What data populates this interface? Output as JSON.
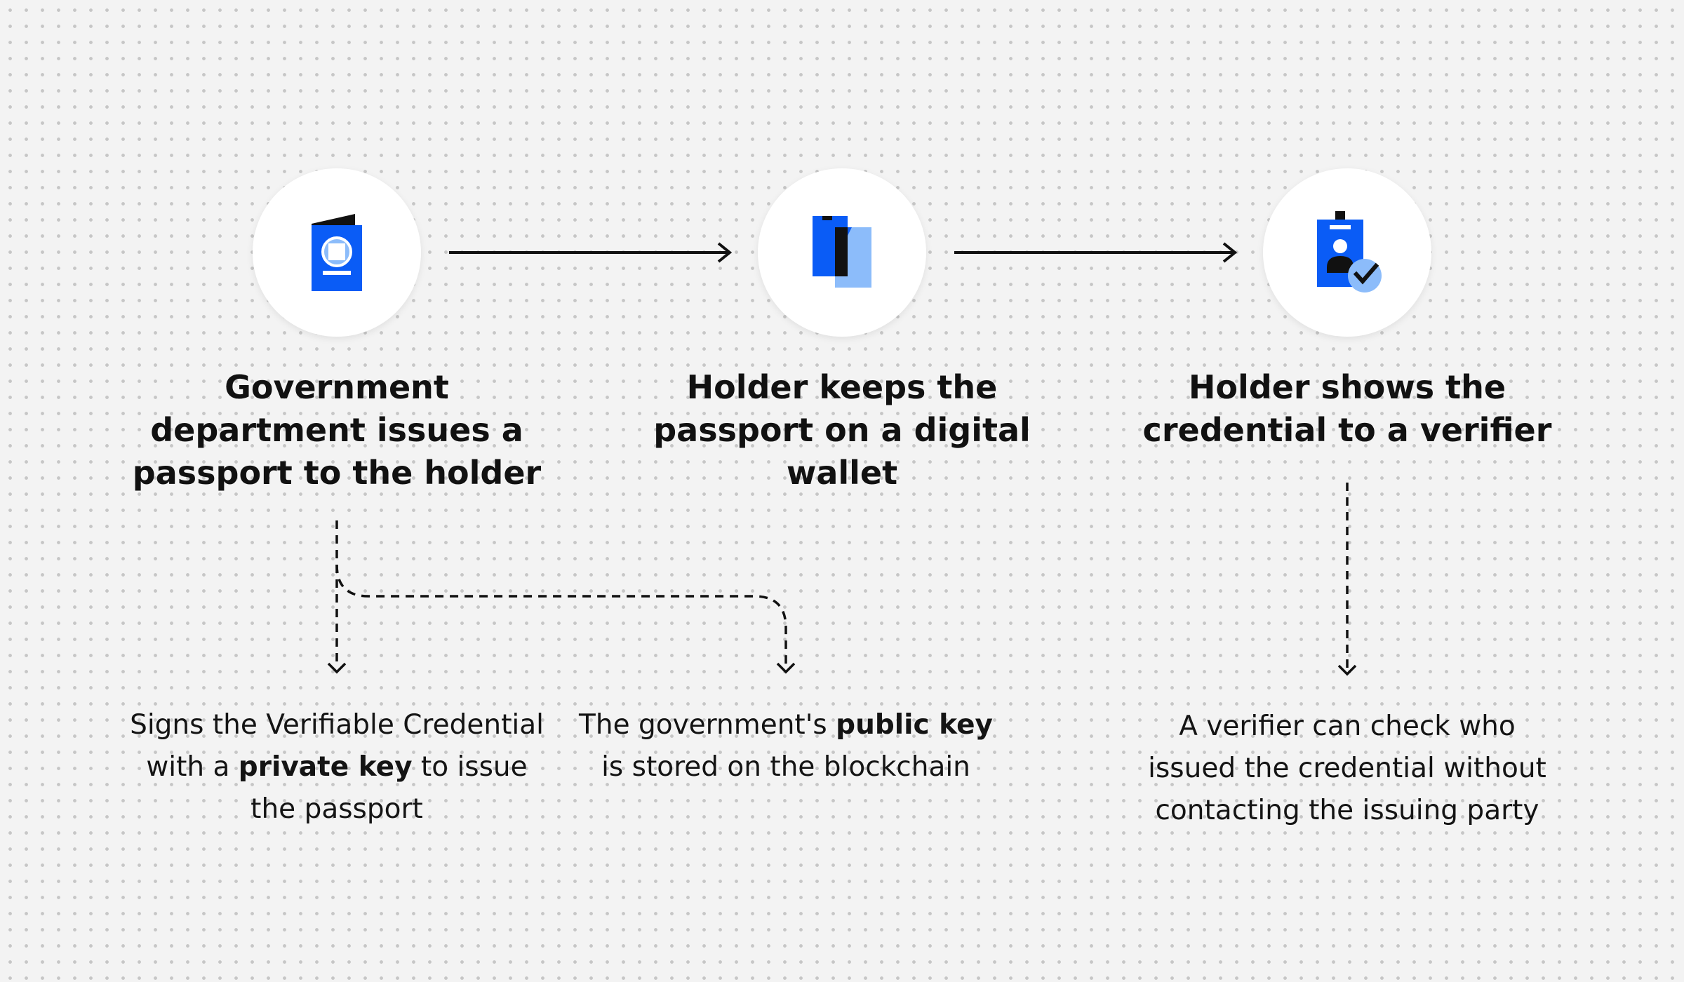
{
  "steps": [
    {
      "title": "Government department issues a passport to the holder",
      "icon": "passport-icon"
    },
    {
      "title": "Holder keeps the passport on a digital wallet",
      "icon": "digital-wallet-icon"
    },
    {
      "title": "Holder shows the credential to a verifier",
      "icon": "verified-id-badge-icon"
    }
  ],
  "notes": {
    "sign": {
      "before": "Signs the Verifiable Credential with a ",
      "bold": "private key",
      "after": " to issue the passport"
    },
    "public_key": {
      "before": "The government's ",
      "bold": "public key",
      "after": " is stored on the blockchain"
    },
    "verifier": {
      "text": "A verifier can check who issued the credential without contacting the issuing party"
    }
  },
  "colors": {
    "primary_blue": "#0a5cf6",
    "light_blue": "#8cbcfa",
    "dark": "#111111",
    "background": "#f3f3f3",
    "dots": "#c6c6c6"
  }
}
